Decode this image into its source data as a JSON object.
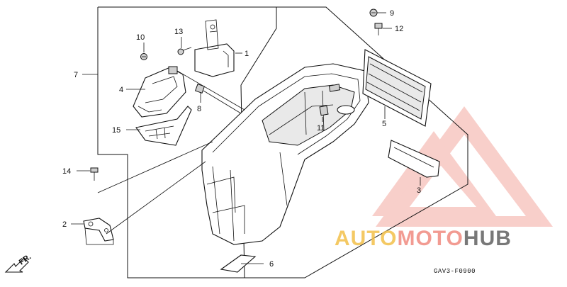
{
  "diagram": {
    "code": "GAV3-F0900",
    "direction_label": "FR.",
    "callouts": [
      "1",
      "2",
      "3",
      "4",
      "5",
      "6",
      "7",
      "8",
      "9",
      "10",
      "11",
      "12",
      "13",
      "14",
      "15"
    ]
  },
  "watermark": {
    "part1": "AUTO",
    "part2": "MOTO",
    "part3": "HUB",
    "colors": {
      "auto": "#f3c04a",
      "moto": "#f08a80",
      "hub": "#6a6a6a",
      "triangle": "#f4a8a0"
    }
  }
}
